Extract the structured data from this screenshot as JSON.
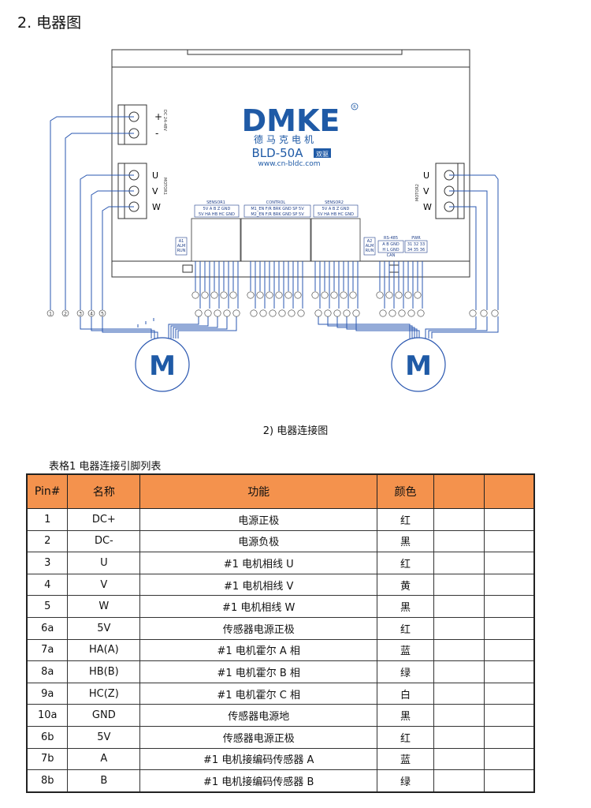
{
  "section_title": "2.  电器图",
  "diagram": {
    "brand": "DMKE",
    "registered_mark": "R",
    "brand_cn": "德马克电机",
    "model": "BLD-50A",
    "model_tag": "双驱",
    "website": "www.cn-bldc.com",
    "power_label": "DC 24-48V",
    "power_plus": "+",
    "power_minus": "-",
    "motor_left_label": "MOTOR1",
    "motor_right_label": "MOTOR2",
    "u": "U",
    "v": "V",
    "w": "W",
    "sensor1_title": "SENSOR1",
    "sensor1_row1": "5V  A   B   Z  GND",
    "sensor1_row2": "5V HA HB HC GND",
    "control_title": "CONTROL",
    "control_row1": "M1_EN  F/R  BRK  GND  SP  5V",
    "control_row2": "M2_EN  F/R  BRK  GND  SP  5V",
    "sensor2_title": "SENSOR2",
    "sensor2_row1": "5V  A   B   Z  GND",
    "sensor2_row2": "5V HA HB HC GND",
    "left_alm_a": "A1",
    "left_alm_b": "ALM",
    "left_alm_c": "RUN",
    "right_alm_a": "A2",
    "right_alm_b": "ALM",
    "right_alm_c": "RUN",
    "rs485_title": "RS-485",
    "rs485_row1": "A  B  GND",
    "rs485_row2": "H  L  GND",
    "rs485_row3": "CAN",
    "pwr_title": "PWR",
    "pwr_row1": "31 32 33",
    "pwr_row2": "34 35 36",
    "motor_symbol": "M",
    "terminal_labels_bottom": [
      "1",
      "2",
      "3",
      "4",
      "5"
    ]
  },
  "caption": "2)    电器连接图",
  "table_title": "表格1    电器连接引脚列表",
  "table": {
    "headers": [
      "Pin#",
      "名称",
      "功能",
      "颜色",
      "",
      ""
    ],
    "rows": [
      {
        "pin": "1",
        "name": "DC+",
        "func": "电源正极",
        "color": "红"
      },
      {
        "pin": "2",
        "name": "DC-",
        "func": "电源负极",
        "color": "黑"
      },
      {
        "pin": "3",
        "name": "U",
        "func": "#1 电机相线 U",
        "color": "红"
      },
      {
        "pin": "4",
        "name": "V",
        "func": "#1 电机相线 V",
        "color": "黄"
      },
      {
        "pin": "5",
        "name": "W",
        "func": "#1 电机相线 W",
        "color": "黑"
      },
      {
        "pin": "6a",
        "name": "5V",
        "func": "传感器电源正极",
        "color": "红"
      },
      {
        "pin": "7a",
        "name": "HA(A)",
        "func": "#1 电机霍尔 A 相",
        "color": "蓝"
      },
      {
        "pin": "8a",
        "name": "HB(B)",
        "func": "#1 电机霍尔 B 相",
        "color": "绿"
      },
      {
        "pin": "9a",
        "name": "HC(Z)",
        "func": "#1 电机霍尔 C 相",
        "color": "白"
      },
      {
        "pin": "10a",
        "name": "GND",
        "func": "传感器电源地",
        "color": "黑"
      },
      {
        "pin": "6b",
        "name": "5V",
        "func": "传感器电源正极",
        "color": "红"
      },
      {
        "pin": "7b",
        "name": "A",
        "func": "#1 电机接编码传感器 A",
        "color": "蓝"
      },
      {
        "pin": "8b",
        "name": "B",
        "func": "#1 电机接编码传感器 B",
        "color": "绿"
      }
    ]
  },
  "colors": {
    "brand_blue": "#1f5aa6",
    "wire_blue": "#2a57b0",
    "header_orange": "#f4924d"
  }
}
